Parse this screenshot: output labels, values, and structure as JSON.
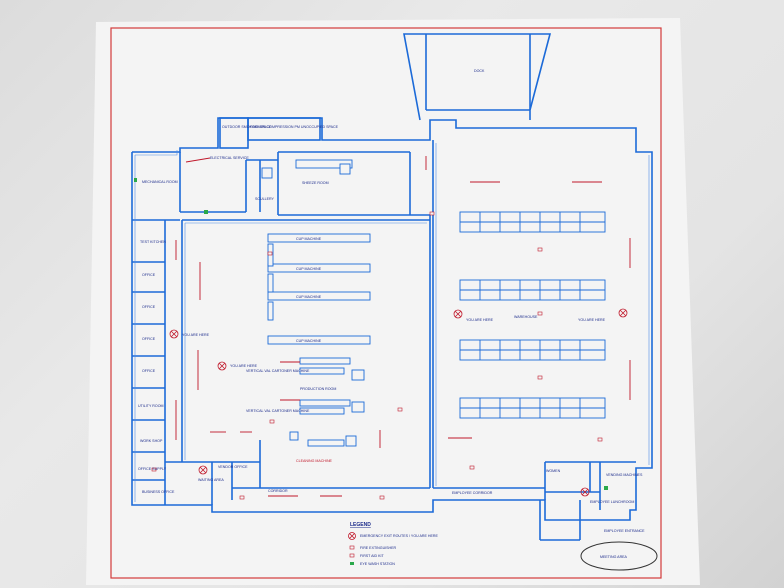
{
  "plan": {
    "border_color": "#d23a3a",
    "wall_color": "#1c6ad8",
    "label_color": "#1a2a8a",
    "route_color": "#c0182a",
    "rooms": {
      "dock": "DOCK",
      "outdoor_smoking": "OUTDOOR SMOKING SPACE",
      "former_compression": "FORMER COMPRESSION PM UNOCCUPIED SPACE",
      "electrical_service": "ELECTRICAL SERVICE",
      "mechanical_room": "MECHANICAL ROOM",
      "scullery": "SCULLERY",
      "sheeze_room": "SHEEZE ROOM",
      "test_kitchen": "TEST KITCHEN",
      "office_1": "OFFICE",
      "office_2": "OFFICE",
      "office_3": "OFFICE",
      "office_4": "OFFICE",
      "utility_room": "UTILITY ROOM",
      "work_shop": "WORK SHOP",
      "office_supply": "OFFICE SUPPLY",
      "waiting_area": "WAITING AREA",
      "vendor_office": "VENDOR OFFICE",
      "business_office": "BUSINESS OFFICE",
      "corridor": "CORRIDOR",
      "production_room": "PRODUCTION ROOM",
      "employee_corridor": "EMPLOYEE CORRIDOR",
      "warehouse": "WAREHOUSE",
      "employee_lunchroom": "EMPLOYEE LUNCHROOM",
      "vending_machines": "VENDING MACHINES",
      "women": "WOMEN",
      "employee_entrance": "EMPLOYEE ENTRANCE",
      "meeting_area": "MEETING AREA"
    },
    "machines": {
      "cup_machine_1": "CUP MACHINE",
      "cup_machine_2": "CUP MACHINE",
      "cup_machine_3": "CUP MACHINE",
      "cup_machine_4": "CUP MACHINE",
      "vertical_cartoner_1": "VERTICAL VAL CARTONER MACHINE",
      "vertical_cartoner_2": "VERTICAL VAL CARTONER MACHINE",
      "cleaning_machine": "CLEANING MACHINE"
    },
    "you_are_here": "YOU ARE HERE",
    "legend": {
      "title": "LEGEND",
      "items": [
        {
          "label": "EMERGENCY EXIT ROUTES / YOU ARE HERE",
          "symbol": "exit-route-symbol"
        },
        {
          "label": "FIRE EXTINGUISHER",
          "symbol": "fire-extinguisher-symbol"
        },
        {
          "label": "FIRST AID KIT",
          "symbol": "first-aid-symbol"
        },
        {
          "label": "EYE WASH STATION",
          "symbol": "eye-wash-symbol"
        }
      ]
    }
  }
}
